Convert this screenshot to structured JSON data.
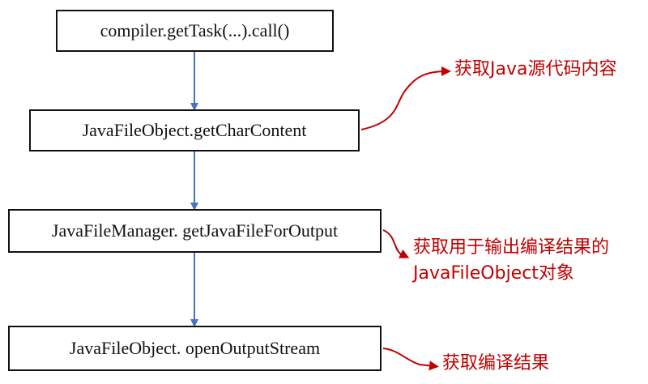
{
  "diagram": {
    "steps": [
      {
        "label": "compiler.getTask(...).call()"
      },
      {
        "label": "JavaFileObject.getCharContent"
      },
      {
        "label": "JavaFileManager. getJavaFileForOutput"
      },
      {
        "label": "JavaFileObject. openOutputStream"
      }
    ],
    "annotations": [
      {
        "lines": [
          "获取Java源代码内容"
        ]
      },
      {
        "lines": [
          "获取用于输出编译结果的",
          "JavaFileObject对象"
        ]
      },
      {
        "lines": [
          "获取编译结果"
        ]
      }
    ]
  },
  "colors": {
    "flow_arrow": "#4472C4",
    "annotation": "#C00000",
    "box_border": "#111111"
  }
}
